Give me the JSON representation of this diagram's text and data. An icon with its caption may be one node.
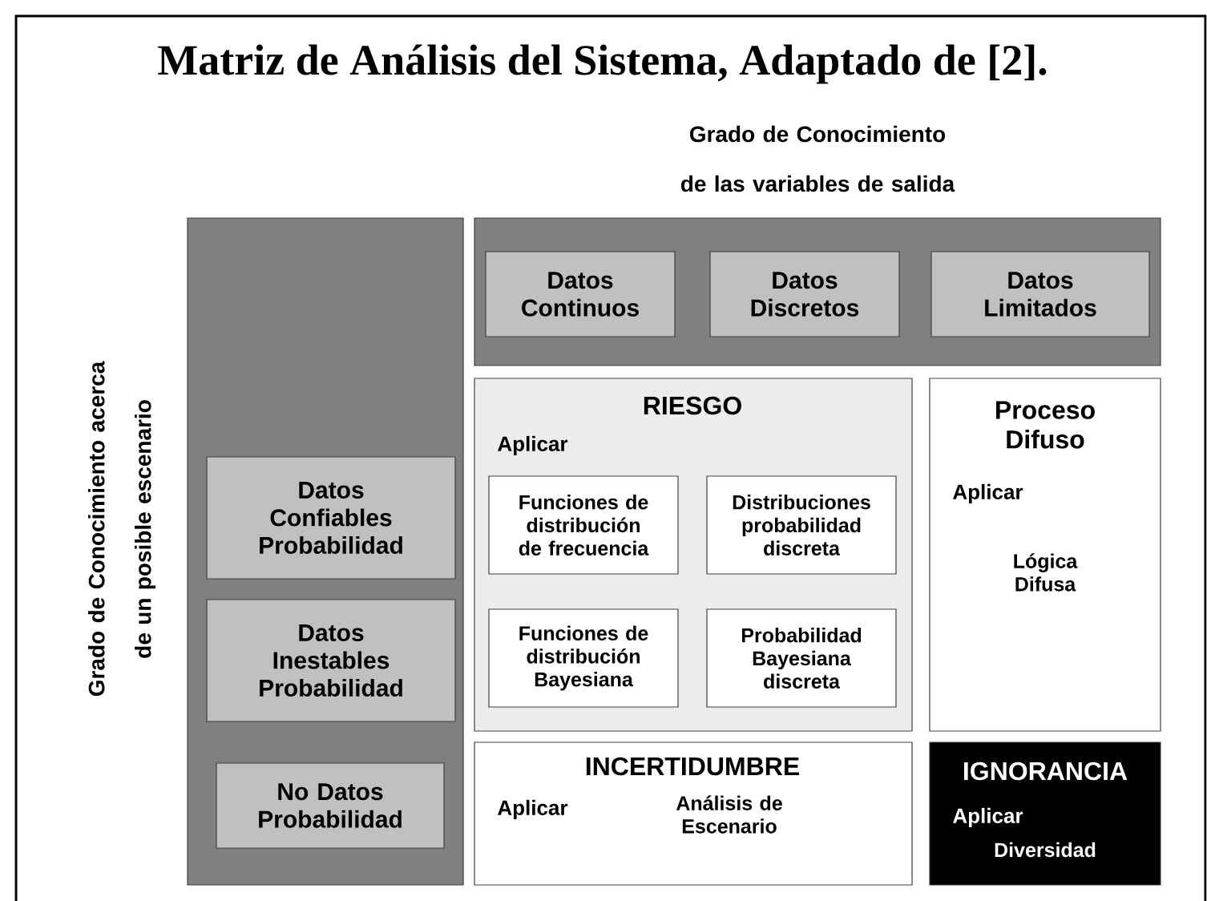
{
  "diagram": {
    "title": "Matriz de Análisis del Sistema, Adaptado de [2].",
    "nodes": [
      {
        "text": [],
        "shape": "box"
      },
      {
        "text": [
          "Datos Confiables Probabilidad"
        ],
        "in": 0
      },
      {
        "text": [
          "Datos Inestables Probabilidad"
        ],
        "in": 0
      },
      {
        "text": [
          "No Datos Probabilidad"
        ],
        "in": 0
      },
      {
        "text": [],
        "shape": "box"
      },
      {
        "text": [
          "Datos Continuos"
        ],
        "in": 4
      },
      {
        "text": [
          "Datos Discretos"
        ],
        "in": 4
      },
      {
        "text": [
          "Datos Limitados"
        ],
        "in": 4
      },
      {
        "text": [
          "RIESGO",
          "Aplicar"
        ]
      },
      {
        "text": [
          "Funciones de distribución de frecuencia"
        ],
        "in": 8
      },
      {
        "text": [
          "Distribuciones probabilidad discreta"
        ],
        "in": 8
      },
      {
        "text": [
          "Funciones de distribución Bayesiana"
        ],
        "in": 8
      },
      {
        "text": [
          "Probabilidad Bayesiana discreta"
        ],
        "in": 8
      },
      {
        "text": [
          "Proceso Difuso",
          "Aplicar",
          "Lógica Difusa"
        ]
      },
      {
        "text": [
          "INCERTIDUMBRE",
          "Aplicar",
          "Análisis de Escenario"
        ]
      },
      {
        "text": [
          "IGNORANCIA",
          "Aplicar",
          "Diversidad"
        ]
      }
    ],
    "labels": [
      "Grado de Conocimiento de las variables de salida",
      "Grado de Conocimiento acerca de un posible escenario"
    ]
  }
}
